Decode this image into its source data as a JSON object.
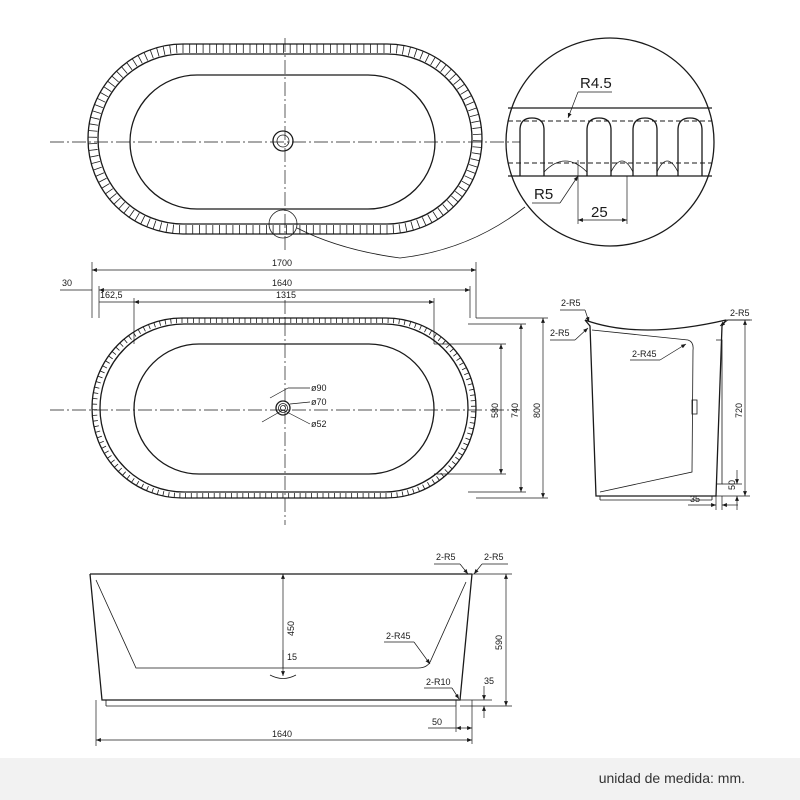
{
  "detail": {
    "r_top": "R4.5",
    "r_bottom": "R5",
    "pitch": "25"
  },
  "plan": {
    "overall_length": "1700",
    "outer_length": "1640",
    "inner_length": "1315",
    "offset_left": "30",
    "offset_inner": "162,5",
    "overall_width": "800",
    "outer_width": "740",
    "inner_width": "580",
    "drain_d1": "ø90",
    "drain_d2": "ø70",
    "drain_d3": "ø52"
  },
  "side": {
    "r_top_left": "2-R5",
    "r_top_left2": "2-R5",
    "r_top_right": "2-R5",
    "r_inner": "2-R45",
    "height": "720",
    "base_h": "50",
    "base_w": "35"
  },
  "front": {
    "r_top_left": "2-R5",
    "r_top_right": "2-R5",
    "depth": "450",
    "total_height": "590",
    "r_inner": "2-R45",
    "bottom_gap": "15",
    "r_base": "2-R10",
    "base_h": "35",
    "base_inset": "50",
    "length": "1640"
  },
  "footer": {
    "unit_note": "unidad de medida: mm."
  }
}
